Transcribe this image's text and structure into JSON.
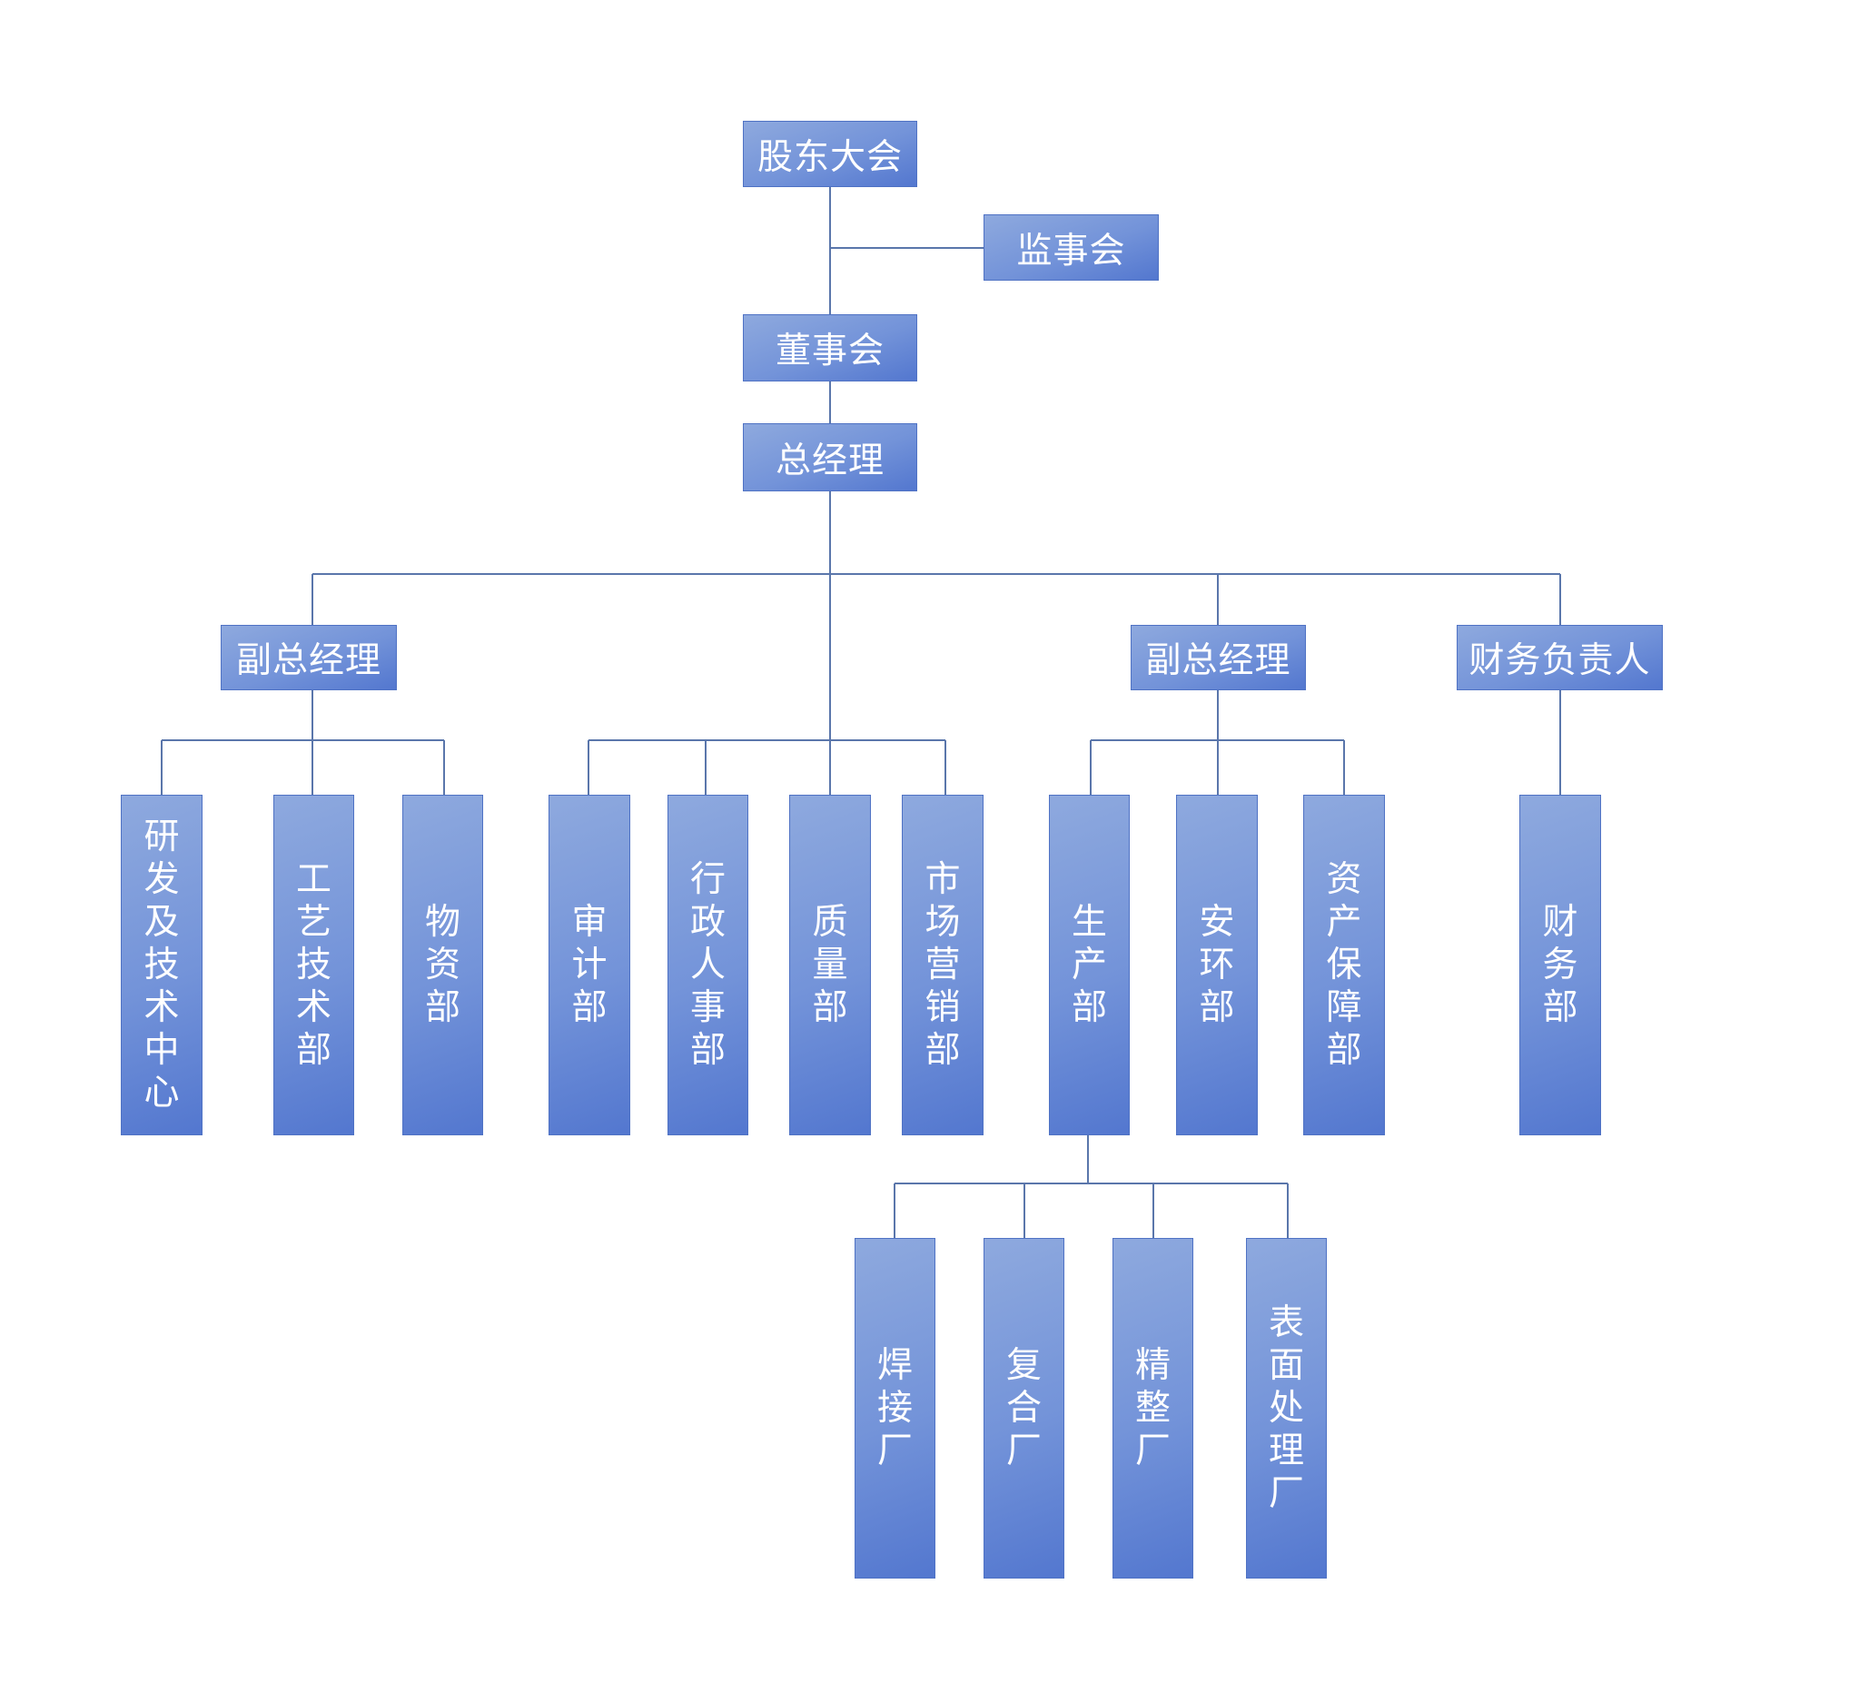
{
  "nodes": {
    "shareholders": "股东大会",
    "supervisors": "监事会",
    "board": "董事会",
    "gm": "总经理",
    "vgm1": "副总经理",
    "vgm2": "副总经理",
    "cfo": "财务负责人",
    "rd": "研发及技术中心",
    "process": "工艺技术部",
    "materials": "物资部",
    "audit": "审计部",
    "admin": "行政人事部",
    "quality": "质量部",
    "marketing": "市场营销部",
    "production": "生产部",
    "safety": "安环部",
    "assets": "资产保障部",
    "finance": "财务部",
    "welding": "焊接厂",
    "composite": "复合厂",
    "finishing": "精整厂",
    "surface": "表面处理厂"
  },
  "colors": {
    "line": "#5a76ab",
    "box_border": "#4f72c4",
    "box_fill_light": "#8ea9de",
    "box_fill_dark": "#5377cf",
    "text": "#ffffff"
  }
}
